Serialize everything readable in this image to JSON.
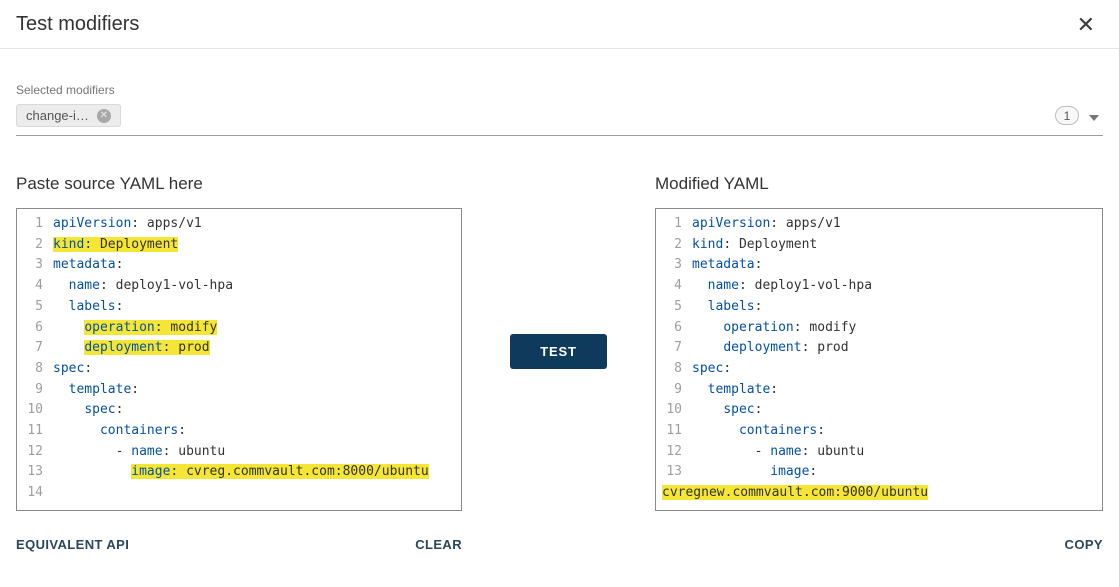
{
  "colors": {
    "highlight": "#f5e636",
    "key": "#0451a5",
    "value": "#333333",
    "accent": "#0e3a5c",
    "link": "#29475e"
  },
  "header": {
    "title": "Test modifiers"
  },
  "modifiers": {
    "label": "Selected modifiers",
    "chip": {
      "label": "change-i…"
    },
    "count": "1"
  },
  "actions": {
    "test": "TEST",
    "equivalent_api": "EQUIVALENT API",
    "clear": "CLEAR",
    "copy": "COPY"
  },
  "source_panel": {
    "title": "Paste source YAML here",
    "lines": [
      {
        "n": "1",
        "ind": 0,
        "hl": false,
        "parts": [
          {
            "t": "apiVersion",
            "c": "k"
          },
          {
            "t": ": apps/v1",
            "c": "v"
          }
        ]
      },
      {
        "n": "2",
        "ind": 0,
        "hl": true,
        "parts": [
          {
            "t": "kind",
            "c": "k"
          },
          {
            "t": ": Deployment",
            "c": "v"
          }
        ]
      },
      {
        "n": "3",
        "ind": 0,
        "hl": false,
        "parts": [
          {
            "t": "metadata",
            "c": "k"
          },
          {
            "t": ":",
            "c": "v"
          }
        ]
      },
      {
        "n": "4",
        "ind": 2,
        "hl": false,
        "parts": [
          {
            "t": "name",
            "c": "k"
          },
          {
            "t": ": deploy1-vol-hpa",
            "c": "v"
          }
        ]
      },
      {
        "n": "5",
        "ind": 2,
        "hl": false,
        "parts": [
          {
            "t": "labels",
            "c": "k"
          },
          {
            "t": ":",
            "c": "v"
          }
        ]
      },
      {
        "n": "6",
        "ind": 4,
        "hl": true,
        "parts": [
          {
            "t": "operation",
            "c": "k"
          },
          {
            "t": ": modify",
            "c": "v"
          }
        ]
      },
      {
        "n": "7",
        "ind": 4,
        "hl": true,
        "parts": [
          {
            "t": "deployment",
            "c": "k"
          },
          {
            "t": ": prod",
            "c": "v"
          }
        ]
      },
      {
        "n": "8",
        "ind": 0,
        "hl": false,
        "parts": [
          {
            "t": "spec",
            "c": "k"
          },
          {
            "t": ":",
            "c": "v"
          }
        ]
      },
      {
        "n": "9",
        "ind": 2,
        "hl": false,
        "parts": [
          {
            "t": "template",
            "c": "k"
          },
          {
            "t": ":",
            "c": "v"
          }
        ]
      },
      {
        "n": "10",
        "ind": 4,
        "hl": false,
        "parts": [
          {
            "t": "spec",
            "c": "k"
          },
          {
            "t": ":",
            "c": "v"
          }
        ]
      },
      {
        "n": "11",
        "ind": 6,
        "hl": false,
        "parts": [
          {
            "t": "containers",
            "c": "k"
          },
          {
            "t": ":",
            "c": "v"
          }
        ]
      },
      {
        "n": "12",
        "ind": 8,
        "hl": false,
        "parts": [
          {
            "t": "- ",
            "c": "v"
          },
          {
            "t": "name",
            "c": "k"
          },
          {
            "t": ": ubuntu",
            "c": "v"
          }
        ]
      },
      {
        "n": "13",
        "ind": 10,
        "hl": true,
        "parts": [
          {
            "t": "image",
            "c": "k"
          },
          {
            "t": ": cvreg.commvault.com:8000/ubuntu",
            "c": "v"
          }
        ]
      },
      {
        "n": "14",
        "ind": 0,
        "hl": false,
        "parts": []
      }
    ]
  },
  "modified_panel": {
    "title": "Modified YAML",
    "lines": [
      {
        "n": "1",
        "ind": 0,
        "hl": false,
        "parts": [
          {
            "t": "apiVersion",
            "c": "k"
          },
          {
            "t": ": apps/v1",
            "c": "v"
          }
        ]
      },
      {
        "n": "2",
        "ind": 0,
        "hl": false,
        "parts": [
          {
            "t": "kind",
            "c": "k"
          },
          {
            "t": ": Deployment",
            "c": "v"
          }
        ]
      },
      {
        "n": "3",
        "ind": 0,
        "hl": false,
        "parts": [
          {
            "t": "metadata",
            "c": "k"
          },
          {
            "t": ":",
            "c": "v"
          }
        ]
      },
      {
        "n": "4",
        "ind": 2,
        "hl": false,
        "parts": [
          {
            "t": "name",
            "c": "k"
          },
          {
            "t": ": deploy1-vol-hpa",
            "c": "v"
          }
        ]
      },
      {
        "n": "5",
        "ind": 2,
        "hl": false,
        "parts": [
          {
            "t": "labels",
            "c": "k"
          },
          {
            "t": ":",
            "c": "v"
          }
        ]
      },
      {
        "n": "6",
        "ind": 4,
        "hl": false,
        "parts": [
          {
            "t": "operation",
            "c": "k"
          },
          {
            "t": ": modify",
            "c": "v"
          }
        ]
      },
      {
        "n": "7",
        "ind": 4,
        "hl": false,
        "parts": [
          {
            "t": "deployment",
            "c": "k"
          },
          {
            "t": ": prod",
            "c": "v"
          }
        ]
      },
      {
        "n": "8",
        "ind": 0,
        "hl": false,
        "parts": [
          {
            "t": "spec",
            "c": "k"
          },
          {
            "t": ":",
            "c": "v"
          }
        ]
      },
      {
        "n": "9",
        "ind": 2,
        "hl": false,
        "parts": [
          {
            "t": "template",
            "c": "k"
          },
          {
            "t": ":",
            "c": "v"
          }
        ]
      },
      {
        "n": "10",
        "ind": 4,
        "hl": false,
        "parts": [
          {
            "t": "spec",
            "c": "k"
          },
          {
            "t": ":",
            "c": "v"
          }
        ]
      },
      {
        "n": "11",
        "ind": 6,
        "hl": false,
        "parts": [
          {
            "t": "containers",
            "c": "k"
          },
          {
            "t": ":",
            "c": "v"
          }
        ]
      },
      {
        "n": "12",
        "ind": 8,
        "hl": false,
        "parts": [
          {
            "t": "- ",
            "c": "v"
          },
          {
            "t": "name",
            "c": "k"
          },
          {
            "t": ": ubuntu",
            "c": "v"
          }
        ]
      },
      {
        "n": "13",
        "ind": 10,
        "hl": false,
        "parts": [
          {
            "t": "image",
            "c": "k"
          },
          {
            "t": ":",
            "c": "v"
          }
        ]
      },
      {
        "n": "",
        "ind": 0,
        "hl": true,
        "wrap": true,
        "parts": [
          {
            "t": "cvregnew.commvault.com:9000/ubuntu",
            "c": "v"
          }
        ]
      }
    ]
  }
}
